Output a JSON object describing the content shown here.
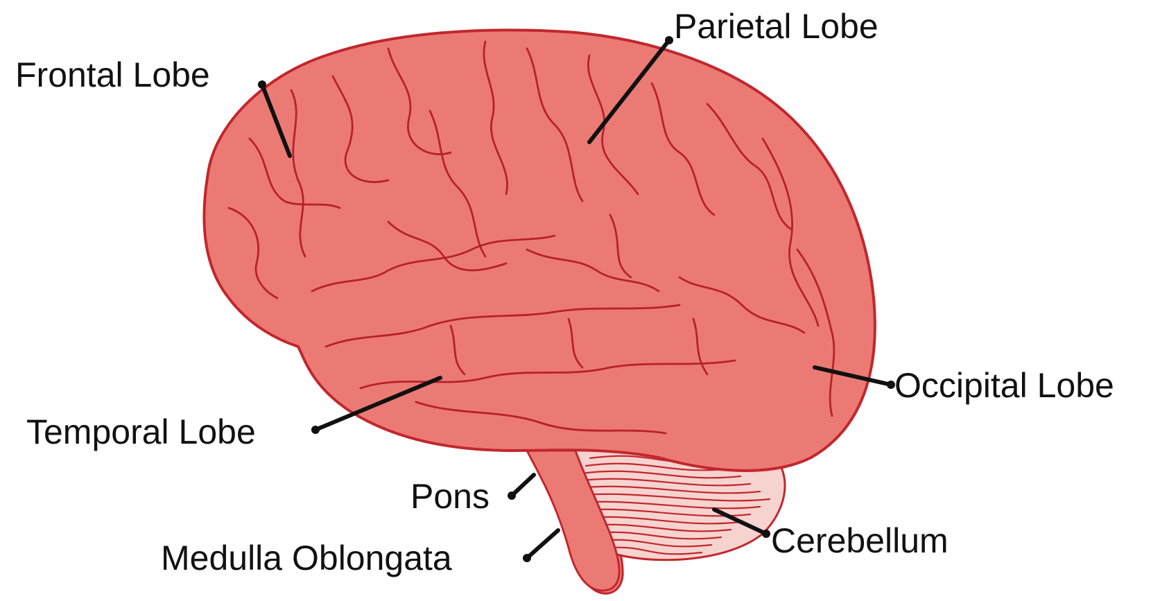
{
  "diagram": {
    "colors": {
      "brain_fill": "#ec7a74",
      "brain_outline": "#c1272d",
      "gyri_lines": "#b5222a",
      "cerebellum_fill": "#f7d3d0",
      "label_text": "#111111",
      "background": "#ffffff"
    },
    "labels": {
      "frontal": "Frontal Lobe",
      "parietal": "Parietal Lobe",
      "occipital": "Occipital Lobe",
      "temporal": "Temporal Lobe",
      "pons": "Pons",
      "medulla": "Medulla Oblongata",
      "cerebellum": "Cerebellum"
    }
  }
}
